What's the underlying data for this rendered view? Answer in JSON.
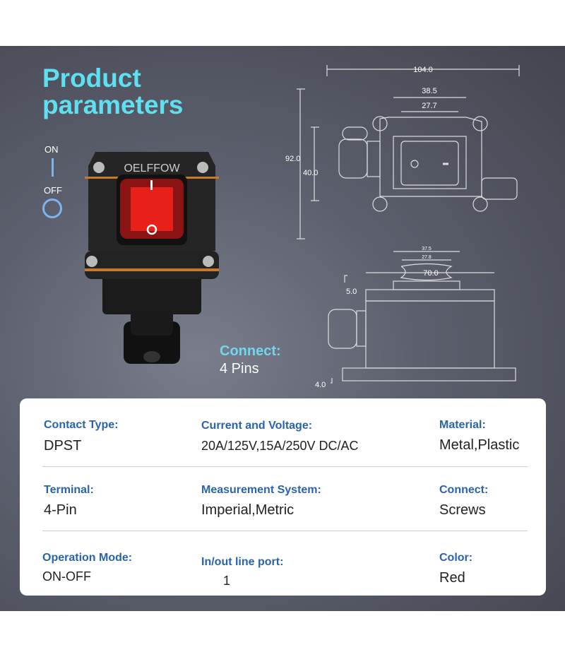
{
  "title": {
    "line1": "Product",
    "line2": "parameters"
  },
  "switch_legend": {
    "on": "ON",
    "off": "OFF"
  },
  "brand": "OELFFOW",
  "connect": {
    "label": "Connect:",
    "value": "4 Pins"
  },
  "dimensions": {
    "overall_width": "104.0",
    "housing_width": "38.5",
    "switch_width": "27.7",
    "overall_height": "92.0",
    "switch_height": "40.0",
    "side_outer": "37.5",
    "side_inner": "27.8",
    "base_width": "70.0",
    "lid": "5.0",
    "base": "4.0"
  },
  "params": [
    {
      "label": "Contact Type:",
      "value": "DPST"
    },
    {
      "label": "Current and Voltage:",
      "value": "20A/125V,15A/250V DC/AC"
    },
    {
      "label": "Material:",
      "value": "Metal,Plastic"
    },
    {
      "label": "Terminal:",
      "value": "4-Pin"
    },
    {
      "label": "Measurement System:",
      "value": "Imperial,Metric"
    },
    {
      "label": "Connect:",
      "value": "Screws"
    },
    {
      "label": "Operation Mode:",
      "value": "ON-OFF"
    },
    {
      "label": "In/out line port:",
      "value": "1"
    },
    {
      "label": "Color:",
      "value": "Red"
    }
  ],
  "colors": {
    "accent": "#5ee0f0",
    "label": "#2a64a8",
    "switch": "#e8201c"
  }
}
